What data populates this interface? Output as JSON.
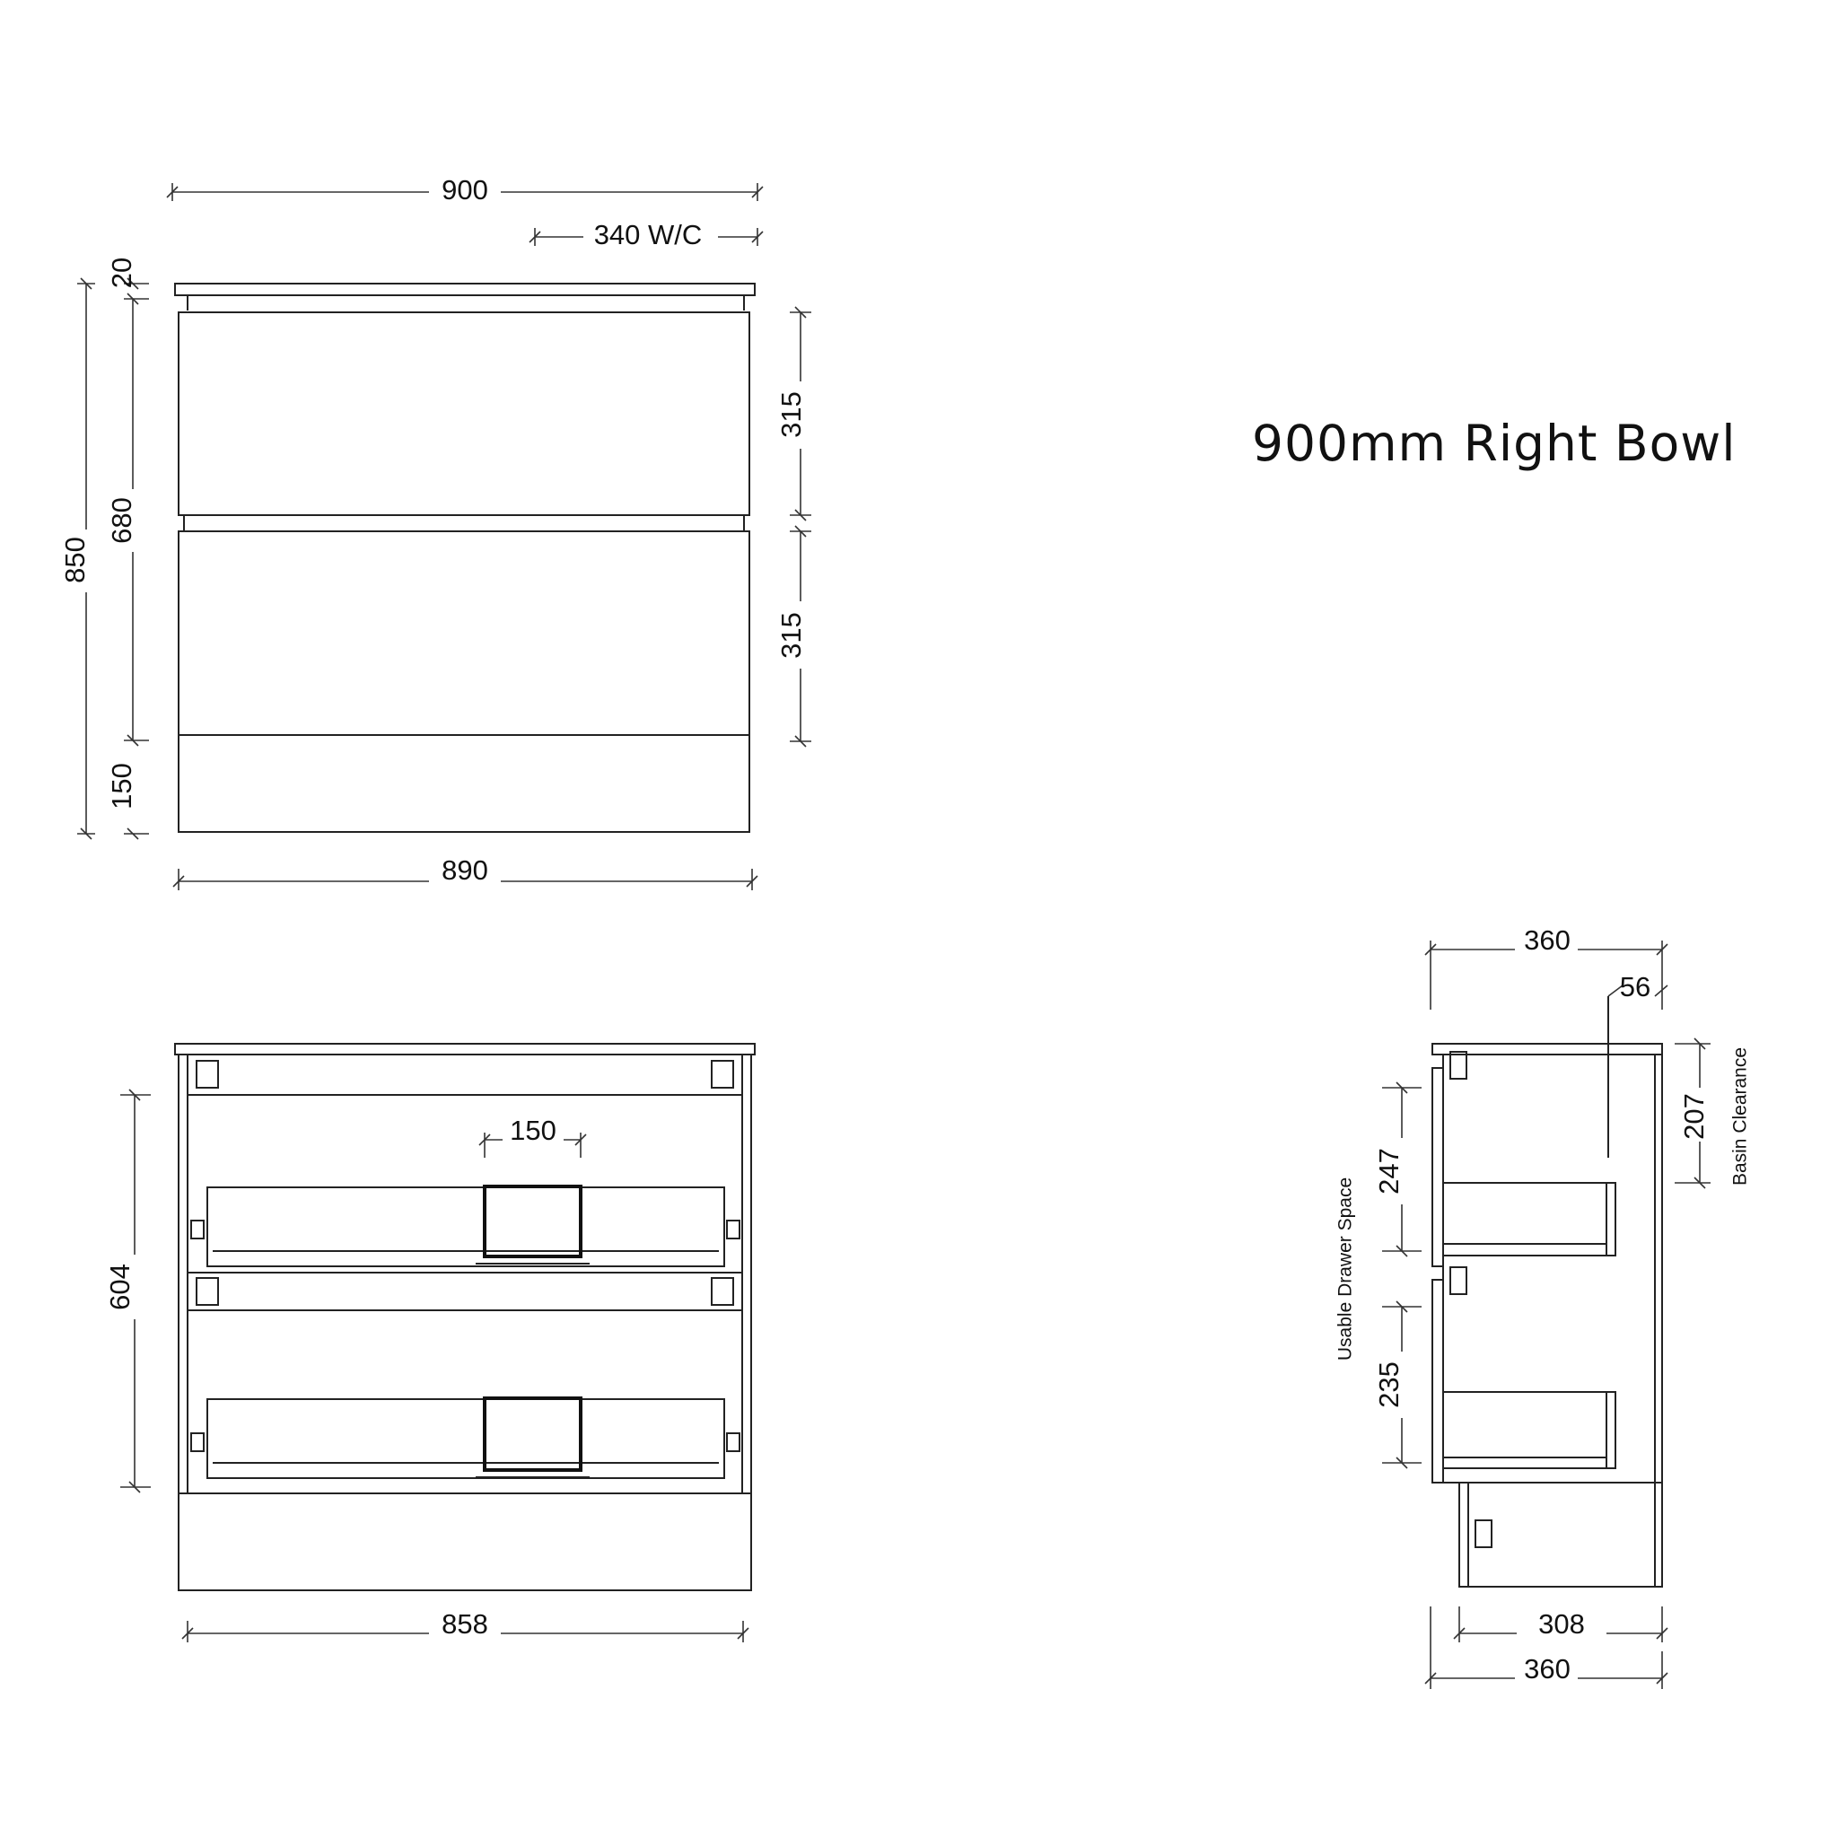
{
  "title": "900mm Right Bowl",
  "front_view": {
    "overall_width": "900",
    "wc_offset": "340 W/C",
    "overall_height": "850",
    "top_thickness": "20",
    "carcass_height": "680",
    "kick_height": "150",
    "drawer_top_height": "315",
    "drawer_bottom_height": "315",
    "carcass_width": "890"
  },
  "open_view": {
    "cutout_width": "150",
    "internal_height": "604",
    "internal_width": "858"
  },
  "side_view": {
    "depth_top": "360",
    "top_overhang": "56",
    "basin_clearance": "207",
    "basin_clearance_label": "Basin Clearance",
    "upper_drawer_space": "247",
    "lower_drawer_space": "235",
    "drawer_space_label": "Usable Drawer Space",
    "kick_depth": "308",
    "depth_bottom": "360"
  }
}
